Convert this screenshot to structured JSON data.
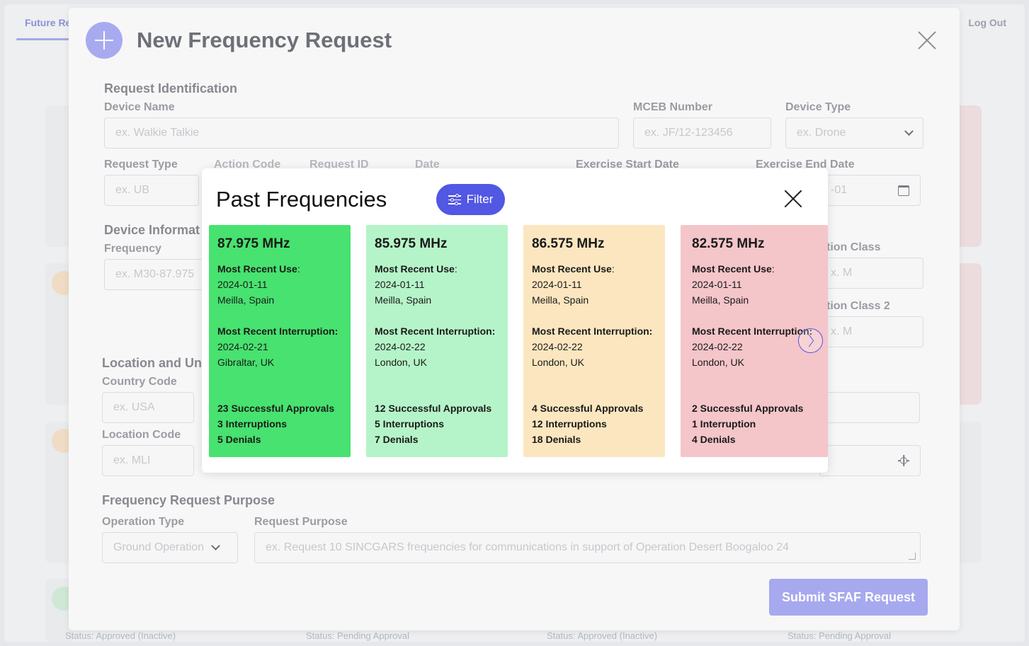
{
  "background": {
    "tab_label": "Future Re",
    "logout_label": "Log Out",
    "statuses": [
      "Status: Approved (Inactive)",
      "Status: Pending Approval",
      "Status: Approved (Inactive)",
      "Status: Pending Approval"
    ]
  },
  "modal": {
    "title": "New Frequency Request",
    "sections": {
      "identification": "Request Identification",
      "device_info": "Device Informat",
      "location": "Location and Un",
      "purpose": "Frequency Request Purpose"
    },
    "labels": {
      "device_name": "Device Name",
      "mceb_number": "MCEB Number",
      "device_type": "Device Type",
      "request_type": "Request Type",
      "action_code": "Action Code",
      "request_id": "Request ID",
      "date": "Date",
      "exercise_start": "Exercise Start Date",
      "exercise_end": "Exercise End Date",
      "frequency": "Frequency",
      "station_class": "tion Class",
      "station_class_2": "tion Class 2",
      "country_code": "Country Code",
      "location_code": "Location Code",
      "operation_type": "Operation Type",
      "request_purpose": "Request Purpose"
    },
    "placeholders": {
      "device_name": "ex. Walkie Talkie",
      "mceb_number": "ex. JF/12-123456",
      "device_type": "ex. Drone",
      "request_type": "ex. UB",
      "exercise_end": "-01",
      "frequency": "ex. M30-87.975",
      "station_class": "x. M",
      "station_class_2": "x. M",
      "country_code": "ex. USA",
      "location_code": "ex. MLI",
      "request_purpose": "ex. Request 10 SINCGARS frequencies for communications in support of Operation Desert Boogaloo 24"
    },
    "operation_type_value": "Ground Operation",
    "submit_label": "Submit SFAF Request"
  },
  "popup": {
    "title": "Past Frequencies",
    "filter_label": "Filter",
    "recent_use_label": "Most Recent Use",
    "recent_interruption_label": "Most Recent Interruption:",
    "cards": [
      {
        "frequency": "87.975 MHz",
        "use_date": "2024-01-11",
        "use_location": "Meilla, Spain",
        "int_date": "2024-02-21",
        "int_location": "Gibraltar, UK",
        "approvals": "23 Successful Approvals",
        "interruptions": "3 Interruptions",
        "denials": "5 Denials",
        "color": "#47e26f"
      },
      {
        "frequency": "85.975 MHz",
        "use_date": "2024-01-11",
        "use_location": "Meilla, Spain",
        "int_date": "2024-02-22",
        "int_location": "London, UK",
        "approvals": "12 Successful Approvals",
        "interruptions": "5 Interruptions",
        "denials": "7 Denials",
        "color": "#b5f4c8"
      },
      {
        "frequency": "86.575 MHz",
        "use_date": "2024-01-11",
        "use_location": "Meilla, Spain",
        "int_date": "2024-02-22",
        "int_location": "London, UK",
        "approvals": "4 Successful Approvals",
        "interruptions": "12 Interruptions",
        "denials": "18 Denials",
        "color": "#fbe6bf"
      },
      {
        "frequency": "82.575 MHz",
        "use_date": "2024-01-11",
        "use_location": "Meilla, Spain",
        "int_date": "2024-02-22",
        "int_location": "London, UK",
        "approvals": "2 Successful Approvals",
        "interruptions": "1 Interruption",
        "denials": "4 Denials",
        "color": "#f4c5c9"
      }
    ]
  }
}
